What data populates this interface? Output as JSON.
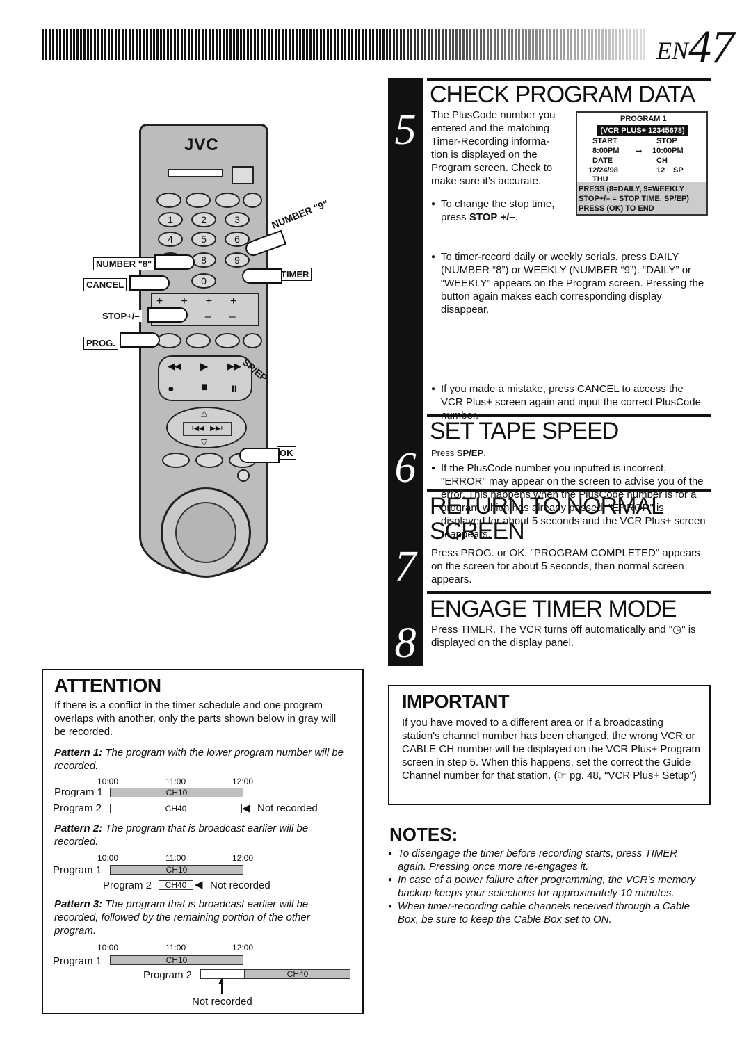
{
  "header": {
    "lang": "EN",
    "page_number": "47"
  },
  "steps": [
    {
      "number": "5",
      "title": "CHECK PROGRAM DATA",
      "intro": "The PlusCode number you entered and the matching Timer-Recording informa- tion is displayed on the Program screen. Check to make sure it’s accurate.",
      "bullet1_pre": "To change the stop time, press ",
      "bullet1_bold": "STOP +/–",
      "bullet1_post": ".",
      "bullets": [
        "To timer-record daily or weekly serials, press DAILY (NUMBER “8”) or WEEKLY (NUMBER “9”). “DAILY” or “WEEKLY” appears on the Program screen. Pressing the button again makes each corresponding display disappear.",
        "If you made a mistake, press CANCEL to access the VCR Plus+ screen again and input the correct PlusCode number.",
        "If the PlusCode number you inputted is incorrect, \"ERROR\" may appear on the screen to advise you of the error. This happens when the PlusCode number is for a program which has already passed. \"ERROR\" is displayed for about 5 seconds and the VCR Plus+ screen reappears."
      ]
    },
    {
      "number": "6",
      "title": "SET TAPE SPEED",
      "text_pre": "Press ",
      "text_bold": "SP/EP",
      "text_post": "."
    },
    {
      "number": "7",
      "title_line1": "RETURN TO NORMAL",
      "title_line2": "SCREEN",
      "text": "Press PROG. or OK. \"PROGRAM COMPLETED\" appears on the screen for about 5 seconds, then normal screen appears."
    },
    {
      "number": "8",
      "title": "ENGAGE TIMER MODE",
      "text": "Press TIMER. The VCR turns off automatically and \"◷\" is displayed on the display panel."
    }
  ],
  "osd": {
    "program": "PROGRAM 1",
    "plus": "(VCR PLUS+  12345678)",
    "start_lbl": "START",
    "stop_lbl": "STOP",
    "start": "8:00PM",
    "arrow": "➞",
    "stop": "10:00PM",
    "date_lbl": "DATE",
    "ch_lbl": "CH",
    "date": "12/24/98",
    "ch": "12",
    "speed": "SP",
    "day": "THU",
    "help1": "PRESS (8=DAILY, 9=WEEKLY",
    "help2": "STOP+/– = STOP TIME, SP/EP)",
    "help3": "PRESS (OK) TO END"
  },
  "remote": {
    "brand": "JVC",
    "keys": [
      "1",
      "2",
      "3",
      "4",
      "5",
      "6",
      "7",
      "8",
      "9",
      "0"
    ],
    "labels": {
      "number8": "NUMBER \"8\"",
      "cancel": "CANCEL",
      "stop": "STOP+/–",
      "prog": "PROG.",
      "number9": "NUMBER \"9\"",
      "timer": "TIMER",
      "spep": "SP/EP",
      "ok": "OK"
    }
  },
  "attention": {
    "title": "ATTENTION",
    "intro": "If there is a conflict in the timer schedule and one program overlaps with another, only the parts shown below in gray will be recorded.",
    "patterns": [
      {
        "label": "Pattern 1:",
        "text": "The program with the lower program number will be recorded."
      },
      {
        "label": "Pattern 2:",
        "text": "The program that is broadcast earlier will be recorded."
      },
      {
        "label": "Pattern 3:",
        "text": "The program that is broadcast earlier will be recorded, followed by the remaining portion of the other program."
      }
    ],
    "times": [
      "10:00",
      "11:00",
      "12:00"
    ],
    "program1": "Program 1",
    "program2": "Program 2",
    "ch10": "CH10",
    "ch40": "CH40",
    "not_recorded": "Not recorded"
  },
  "important": {
    "title": "IMPORTANT",
    "text": "If you have moved to a different area or if a broadcasting station's channel number has been changed, the wrong VCR or CABLE CH number will be displayed on the VCR Plus+ Program screen in step 5. When this happens, set the correct the Guide Channel number for that station. (☞ pg. 48, \"VCR Plus+ Setup\")"
  },
  "notes": {
    "title": "NOTES:",
    "items": [
      "To disengage the timer before recording starts, press TIMER again. Pressing once more re-engages it.",
      "In case of a power failure after programming, the VCR’s memory backup keeps your selections for approximately 10 minutes.",
      "When timer-recording cable channels received through a Cable Box, be sure to keep the Cable Box set to ON."
    ]
  }
}
